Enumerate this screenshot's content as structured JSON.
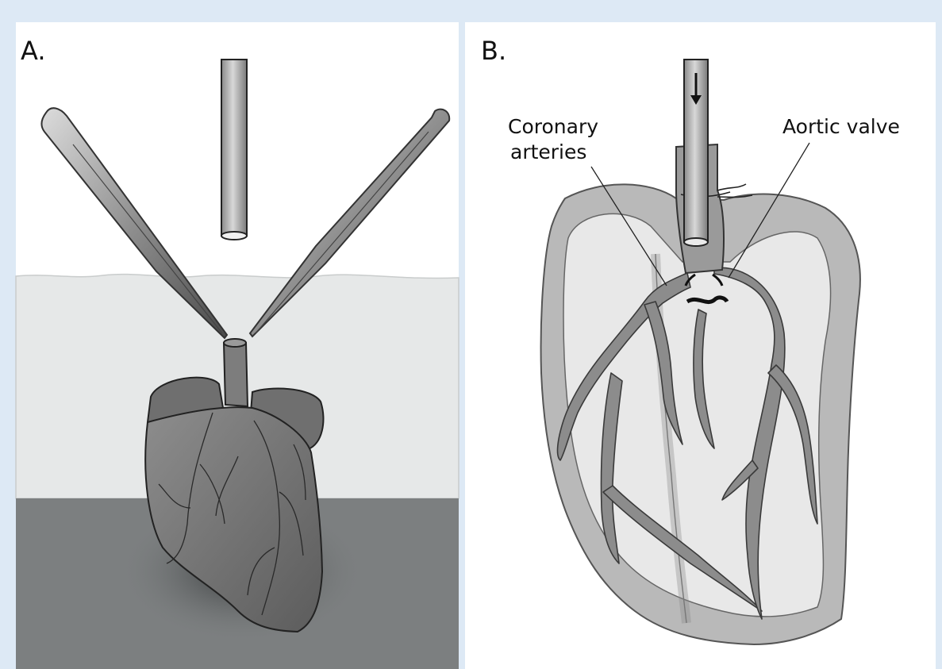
{
  "figure": {
    "panel_a": {
      "label": "A."
    },
    "panel_b": {
      "label": "B.",
      "callouts": {
        "coronary_line1": "Coronary",
        "coronary_line2": "arteries",
        "aortic": "Aortic valve"
      }
    }
  },
  "colors": {
    "frame": "#dde9f5",
    "panel_bg": "#ffffff",
    "liquid": "#e6e8e8",
    "table": "#7c7f80",
    "heart": "#7b7b7b",
    "vessel": "#8c8c8c",
    "heart_b_outer": "#b9b9b9",
    "heart_b_inner": "#e8e8e8"
  },
  "icons": [
    "cannula",
    "forceps",
    "heart",
    "flow-arrow",
    "suture",
    "valve"
  ]
}
